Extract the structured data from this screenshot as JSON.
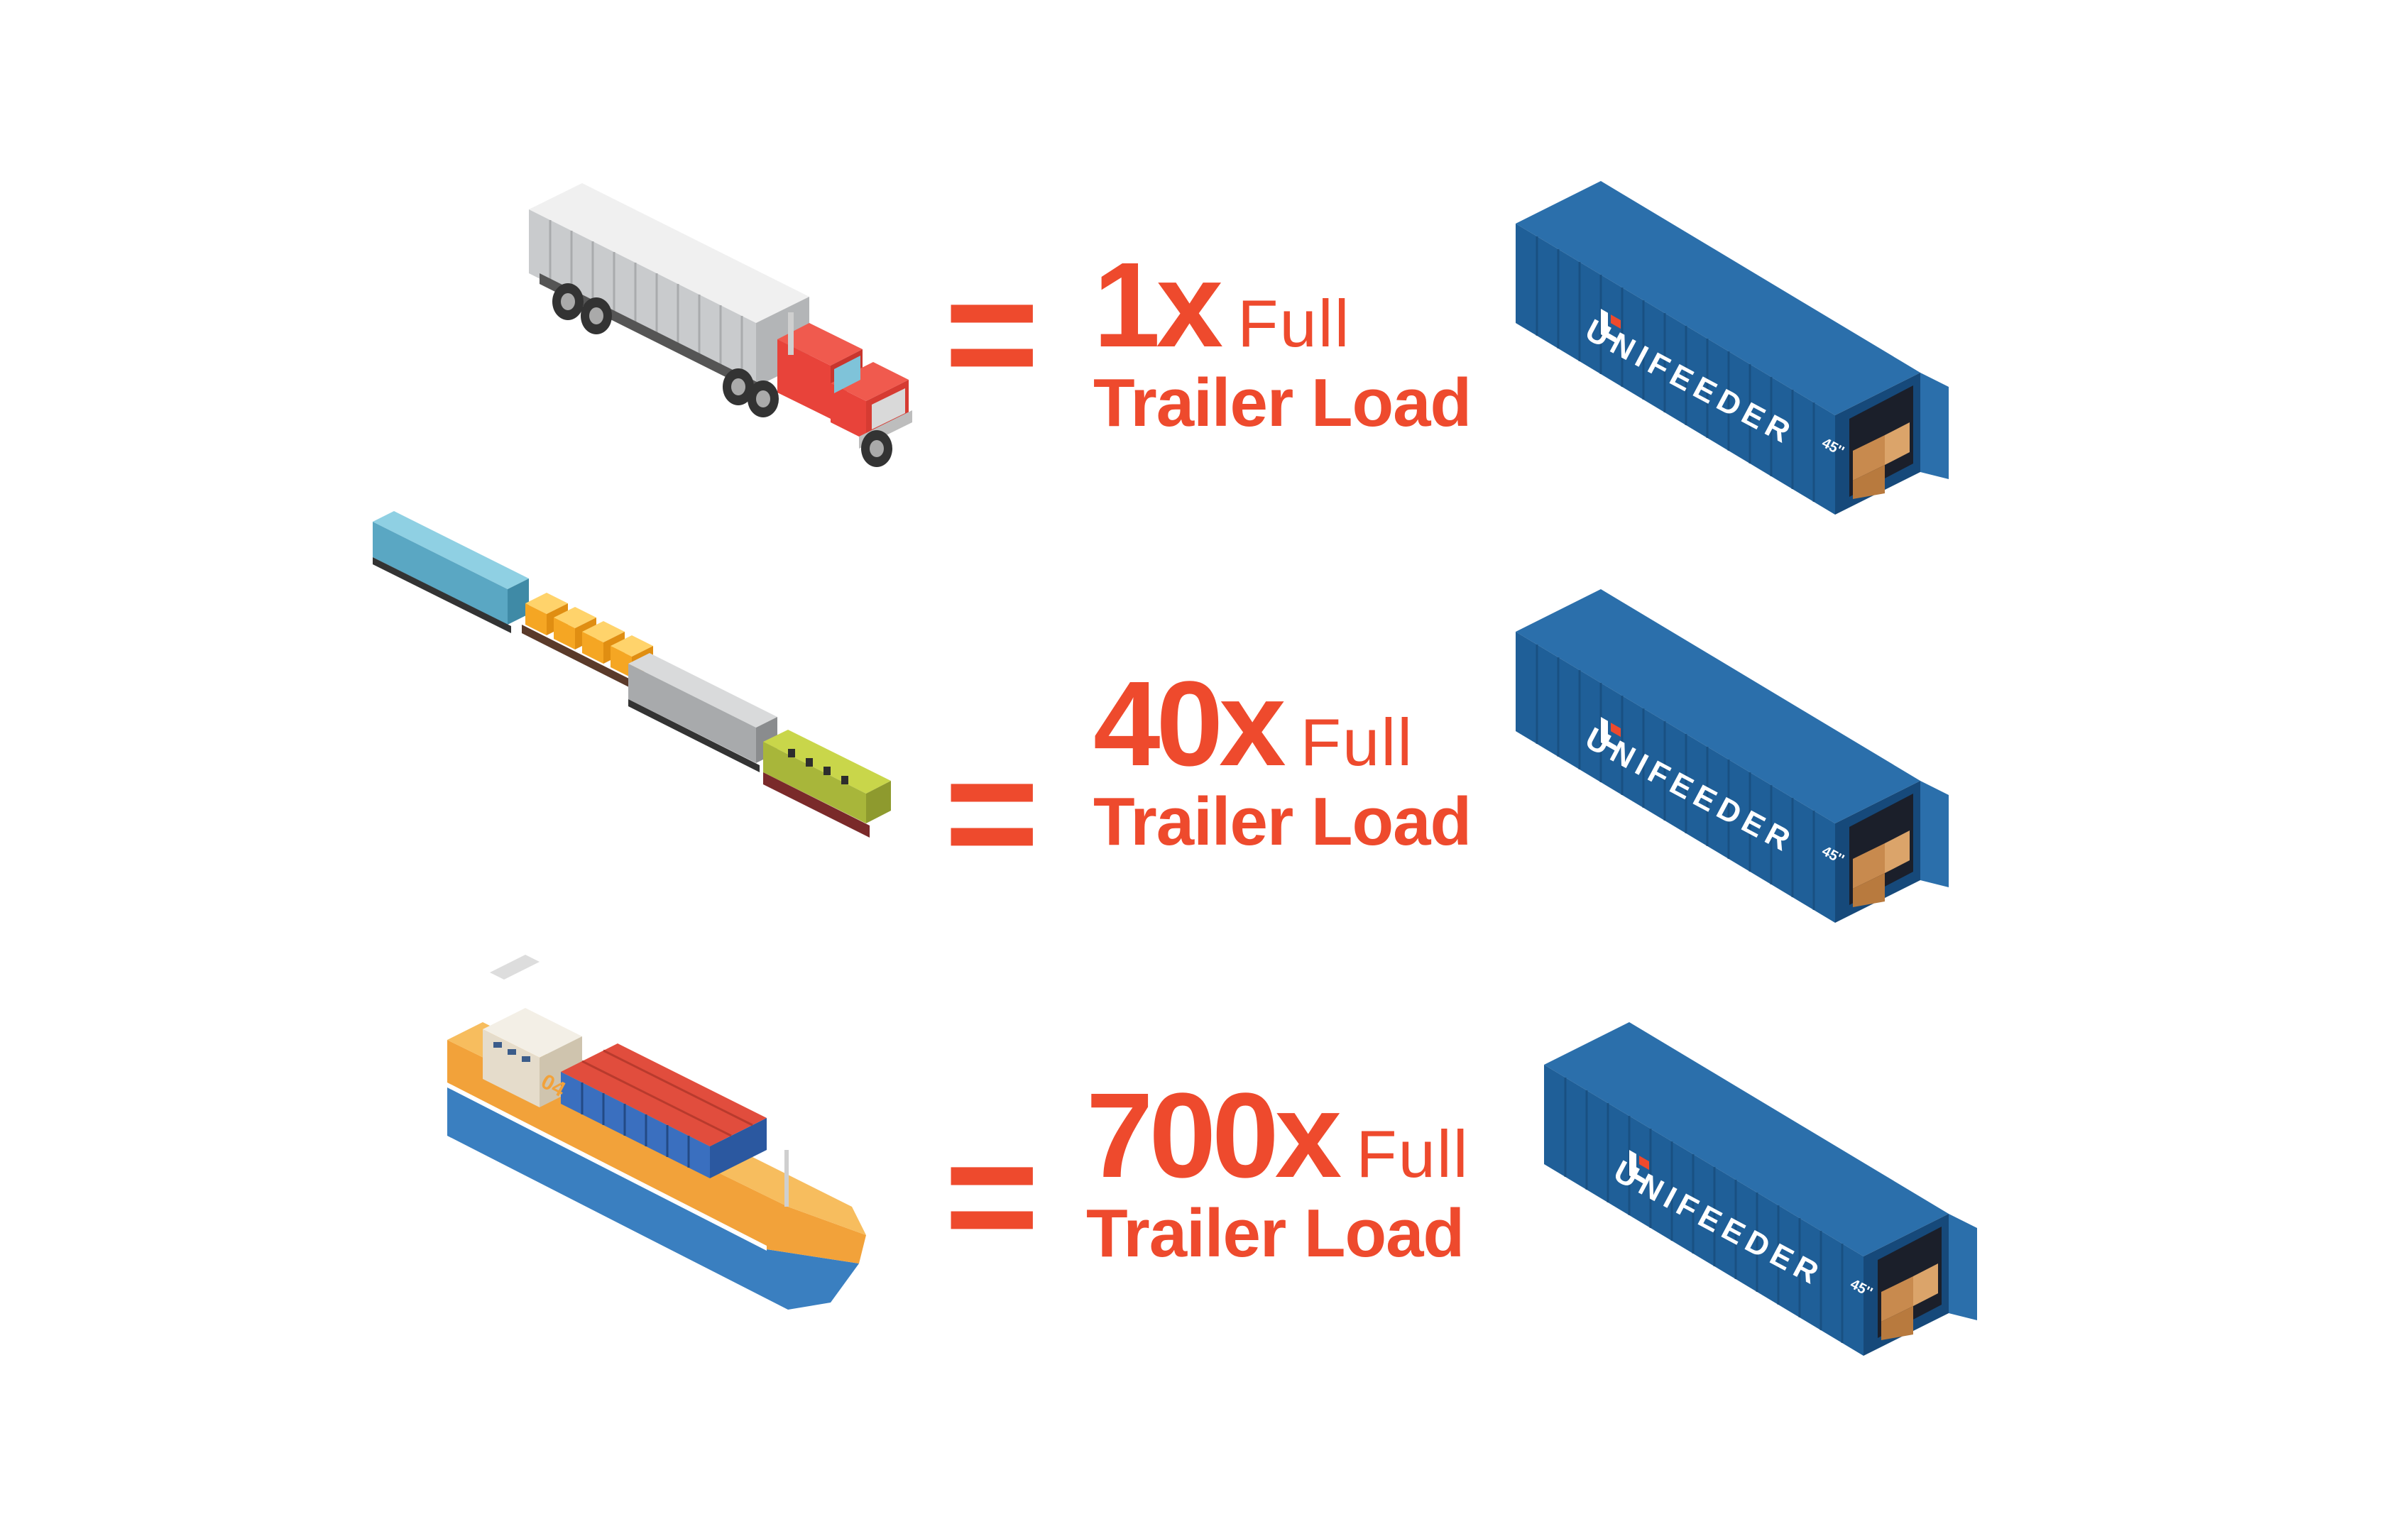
{
  "rows": [
    {
      "vehicle": "truck",
      "multiplier": "1x",
      "full": "Full",
      "load": "Trailer Load",
      "equals": "="
    },
    {
      "vehicle": "train",
      "multiplier": "40x",
      "full": "Full",
      "load": "Trailer Load",
      "equals": "="
    },
    {
      "vehicle": "ship",
      "multiplier": "700x",
      "full": "Full",
      "load": "Trailer Load",
      "equals": "="
    }
  ],
  "container": {
    "brand": "UNIFEEDER",
    "size_label": "45''"
  },
  "ship_number": "04",
  "colors": {
    "accent": "#ee4a2d",
    "container_blue": "#1f5f98",
    "truck_red": "#e8433a",
    "ship_orange": "#f2a23a",
    "ship_blue": "#3a7fc0",
    "train_teal": "#5aa7c3",
    "cargo_orange": "#f5a623"
  }
}
